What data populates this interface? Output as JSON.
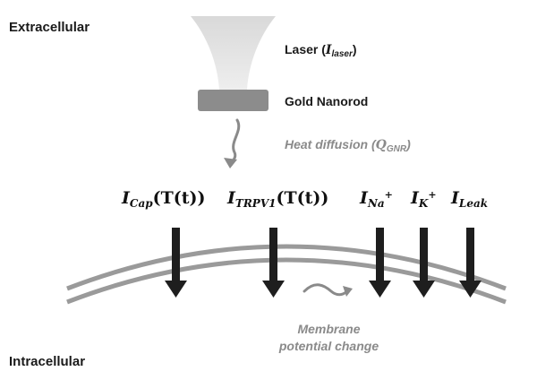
{
  "regions": {
    "extracellular": "Extracellular",
    "intracellular": "Intracellular"
  },
  "laser": {
    "text": "Laser",
    "symbol": "I",
    "subscript": "laser"
  },
  "nanorod": {
    "label": "Gold Nanorod"
  },
  "heat": {
    "text": "Heat diffusion",
    "symbol": "Q",
    "subscript": "GNR"
  },
  "currents": [
    {
      "symbol": "I",
      "sub": "Cap",
      "arg": "(T(t))"
    },
    {
      "symbol": "I",
      "sub": "TRPV1",
      "arg": "(T(t))"
    },
    {
      "symbol": "I",
      "sup_base": "Na",
      "sup": "+"
    },
    {
      "symbol": "I",
      "sup_base": "K",
      "sup": "+"
    },
    {
      "symbol": "I",
      "sub": "Leak"
    }
  ],
  "membrane_text": {
    "line1": "Membrane",
    "line2": "potential change"
  },
  "colors": {
    "arrow": "#1e1e1e",
    "membrane": "#9a9a9a",
    "laser_beam": "#e6e6e6",
    "nanorod": "#8c8c8c",
    "annotation": "#8a8a8a"
  }
}
